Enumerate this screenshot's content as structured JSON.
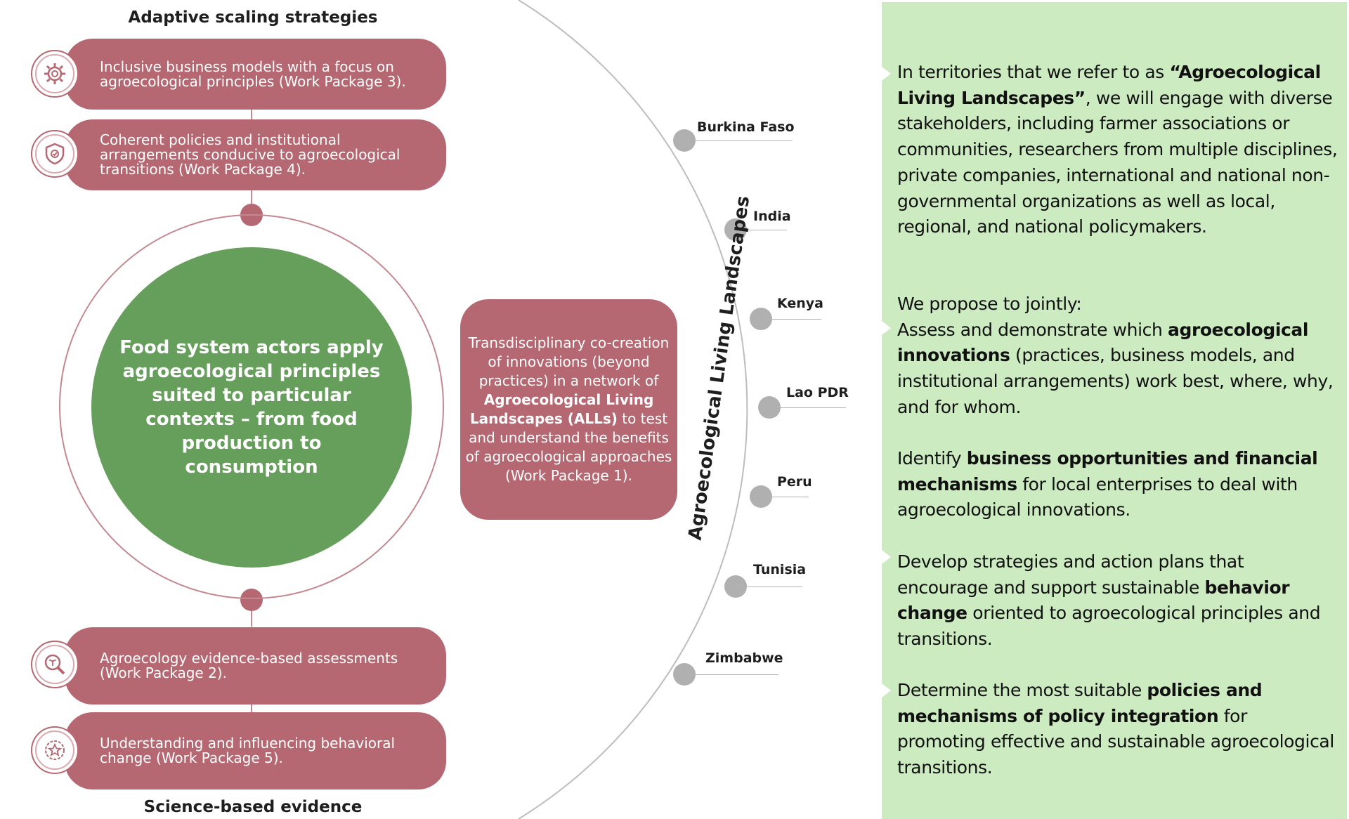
{
  "headings": {
    "top": "Adaptive scaling strategies",
    "bottom": "Science-based evidence"
  },
  "pills": [
    {
      "text": "Inclusive business models with a focus on agroecological principles (Work Package 3).",
      "icon": "gear-icon"
    },
    {
      "text": "Coherent policies and institutional arrangements conducive to agroecological transitions (Work Package 4).",
      "icon": "shield-icon"
    },
    {
      "text": "Agroecology evidence-based assessments (Work Package 2).",
      "icon": "magnifier-icon"
    },
    {
      "text": "Understanding and influencing behavioral change (Work Package 5).",
      "icon": "star-badge-icon"
    }
  ],
  "center_circle": "Food system actors apply agroecological principles suited to particular contexts – from food production to consumption",
  "center_box": {
    "part1": "Transdisciplinary co-creation of innovations (beyond practices) in a network of",
    "bold": "Agroecological Living Landscapes (ALLs)",
    "part2": "to test and understand the benefits of agroecological approaches (Work Package 1)."
  },
  "arc_label": "Agroecological Living Landscapes",
  "countries": [
    "Burkina Faso",
    "India",
    "Kenya",
    "Lao PDR",
    "Peru",
    "Tunisia",
    "Zimbabwe"
  ],
  "panel": {
    "p1": {
      "a": "In territories that we refer to as ",
      "b": "“Agroecological Living Landscapes”",
      "c": ", we will engage with diverse stakeholders, including farmer associations or communities, researchers from multiple disciplines, private companies, international and national non-governmental organizations as well as local, regional, and national policymakers."
    },
    "p2_intro": "We propose to jointly:",
    "p2": {
      "a": "Assess and demonstrate which ",
      "b": "agroecological innovations",
      "c": " (practices, business models, and institutional arrangements) work best, where, why, and for whom."
    },
    "p3": {
      "a": "Identify ",
      "b": "business opportunities and financial mechanisms",
      "c": " for local enterprises to deal with agroecological innovations."
    },
    "p4": {
      "a": "Develop strategies and action plans that encourage and support sustainable ",
      "b": "behavior change",
      "c": " oriented to agroecological principles and transitions."
    },
    "p5": {
      "a": "Determine the most suitable ",
      "b": "policies and mechanisms of policy integration",
      "c": " for promoting effective and sustainable agroecological transitions."
    }
  },
  "colors": {
    "rose": "#b56872",
    "green": "#669e5c",
    "panel": "#cdebc1",
    "dot": "#b0b0b0"
  }
}
